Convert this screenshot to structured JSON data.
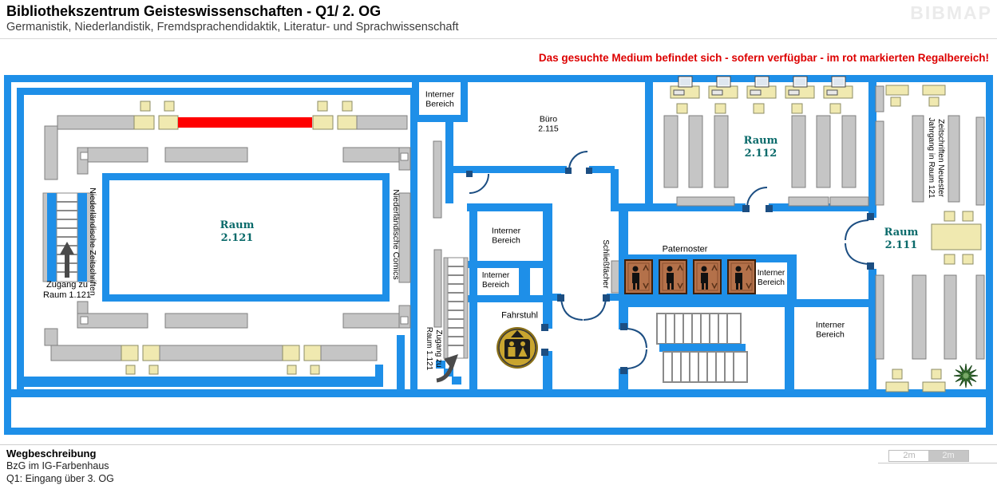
{
  "header": {
    "title": "Bibliothekszentrum Geisteswissenschaften - Q1/ 2. OG",
    "subtitle": "Germanistik, Niederlandistik, Fremdsprachendidaktik, Literatur- und Sprachwissenschaft",
    "logo": "BIBMAP"
  },
  "notice": "Das gesuchte Medium befindet sich - sofern verfügbar - im rot markierten Regalbereich!",
  "rooms": {
    "raum_2121": "Raum\n2.121",
    "raum_2112": "Raum\n2.112",
    "raum_2111": "Raum\n2.111",
    "buero_2115": "Büro\n2.115"
  },
  "labels": {
    "interner_bereich": "Interner Bereich",
    "fahrstuhl": "Fahrstuhl",
    "paternoster": "Paternoster",
    "schliessfaecher": "Schließfächer",
    "niederlaendische_zeitschriften": "Niederländische Zeitschriften",
    "niederlaendische_comics": "Niederländische Comics",
    "zugang_links": "Zugang zu\nRaum 1.121",
    "zugang_rechts": "Zugang zu\nRaum 1.121",
    "zeitschriften_neuester": "Zeitschriften Neuester\nJahrgang in Raum 121"
  },
  "footer": {
    "heading": "Wegbeschreibung",
    "line1": "BzG im IG-Farbenhaus",
    "line2": "Q1: Eingang über 3. OG",
    "scale": {
      "left": "2m",
      "right": "2m"
    }
  },
  "colors": {
    "wall": "#1e8fe8",
    "door": "#1c4e82",
    "shelf": "#c5c5c5",
    "furniture": "#f0e9b0",
    "highlight": "#ff0000",
    "room_label": "#0a6a6a",
    "notice": "#dd0000",
    "cabin": "#b4714a",
    "elevator_gold": "#c9a52f",
    "plant": "#3f7a35",
    "logo": "#ebebeb"
  },
  "icons": {
    "elevator": "elevator-passengers-icon",
    "paternoster_cabin": "paternoster-cabin-icon",
    "workstation": "computer-workstation-icon",
    "stairs_left": "stairs-up-arrow-icon",
    "stairs_right": "stairs-curved-arrow-icon",
    "plant": "plant-icon",
    "highlight": "red-highlight-shelf"
  }
}
